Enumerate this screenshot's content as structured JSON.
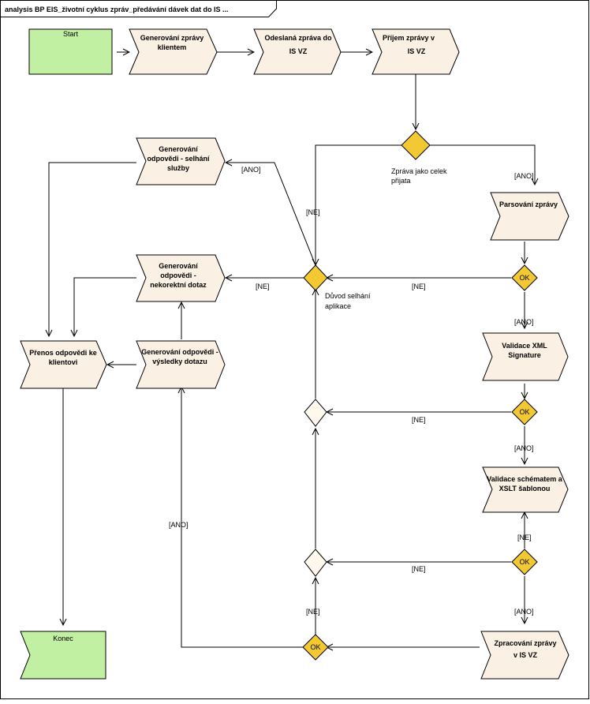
{
  "diagram": {
    "title": "analysis BP EIS_životní cyklus zpráv_předávání dávek dat do IS ...",
    "colors": {
      "process_fill": "#faf1e4",
      "terminal_fill": "#c2f0a2",
      "decision_fill": "#f2c933",
      "merge_fill": "#fff8ec",
      "line": "#000000"
    },
    "nodes": {
      "start": [
        "Start"
      ],
      "gen_msg": [
        "Generování zprávy",
        "klientem"
      ],
      "sent_msg": [
        "Odeslaná zpráva do",
        "IS VZ"
      ],
      "receive": [
        "Příjem zprávy v",
        "IS VZ"
      ],
      "gen_fail": [
        "Generování",
        "odpovědi - selhání",
        "služby"
      ],
      "parse": [
        "Parsování zprávy"
      ],
      "gen_incorrect": [
        "Generování",
        "odpovědi -",
        "nekorektní dotaz"
      ],
      "transfer": [
        "Přenos odpovědi ke",
        "klientovi"
      ],
      "gen_results": [
        "Generování odpovědi -",
        "výsledky dotazu"
      ],
      "validate_xml": [
        "Validace XML",
        "Signature"
      ],
      "validate_schema": [
        "Validace schématem a",
        "XSLT šablonou"
      ],
      "process_vz": [
        "Zpracování zprávy",
        "v IS VZ"
      ],
      "end": [
        "Konec"
      ]
    },
    "decisions": {
      "accepted_note": [
        "Zpráva jako celek",
        "přijata"
      ],
      "reason_note": [
        "Důvod selhání",
        "aplikace"
      ],
      "ok": "OK"
    },
    "guards": {
      "ano": "[ANO]",
      "ne": "[NE]"
    }
  }
}
